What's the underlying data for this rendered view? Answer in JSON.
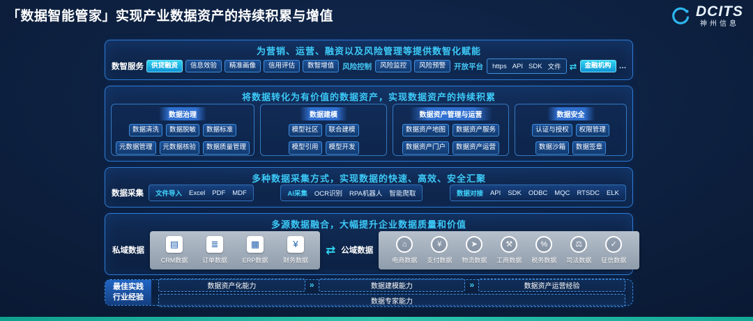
{
  "page": {
    "title": "「数据智能管家」实现产业数据资产的持续积累与增值",
    "logo": {
      "brand": "DCITS",
      "subtitle": "神州信息"
    }
  },
  "icons": {
    "transfer_arrows": "⇄",
    "link": "⇄",
    "chevron": "»"
  },
  "panel_service": {
    "header": "为营销、运营、融资以及风险管理等提供数智化赋能",
    "label": "数智服务",
    "primary": "供贷融资",
    "buttons": [
      "信息效验",
      "精准画像",
      "信用评估",
      "数智增值"
    ],
    "risk_label": "风险控制",
    "risk_buttons": [
      "风险监控",
      "风险预警"
    ],
    "platform_label": "开放平台",
    "platform_items": [
      "https",
      "API",
      "SDK",
      "文件"
    ],
    "platform_target": "金融机构",
    "platform_more": "…"
  },
  "panel_asset": {
    "header": "将数据转化为有价值的数据资产，实现数据资产的持续积累",
    "groups": [
      {
        "title": "数据治理",
        "rows": [
          [
            "数据清洗",
            "数据脱敏",
            "数据标准"
          ],
          [
            "元数据管理",
            "元数据核验",
            "数据质量管理"
          ]
        ]
      },
      {
        "title": "数据建模",
        "rows": [
          [
            "模型社区",
            "联合建模"
          ],
          [
            "模型引用",
            "模型开发"
          ]
        ]
      },
      {
        "title": "数据资产管理与运营",
        "rows": [
          [
            "数据资产地图",
            "数据资产服务"
          ],
          [
            "数据资产门户",
            "数据资产运营"
          ]
        ]
      },
      {
        "title": "数据安全",
        "rows": [
          [
            "认证与授权",
            "权限管理"
          ],
          [
            "数据沙箱",
            "数据签章"
          ]
        ]
      }
    ]
  },
  "panel_collect": {
    "header": "多种数据采集方式，实现数据的快速、高效、安全汇聚",
    "label": "数据采集",
    "groups": [
      {
        "lead": "文件导入",
        "items": [
          "Excel",
          "PDF",
          "MDF"
        ]
      },
      {
        "lead": "AI采集",
        "items": [
          "OCR识别",
          "RPA机器人",
          "智能爬取"
        ]
      },
      {
        "lead": "数据对接",
        "items": [
          "API",
          "SDK",
          "ODBC",
          "MQC",
          "RTSDC",
          "ELK"
        ]
      }
    ]
  },
  "panel_fusion": {
    "header": "多源数据融合，大幅提升企业数据质量和价值",
    "private_label": "私域数据",
    "private_items": [
      {
        "icon": "crm",
        "label": "CRM数据"
      },
      {
        "icon": "order",
        "label": "订单数据"
      },
      {
        "icon": "erp",
        "label": "ERP数据"
      },
      {
        "icon": "finance",
        "label": "财务数据"
      }
    ],
    "public_label": "公域数据",
    "public_items": [
      {
        "icon": "ecommerce",
        "label": "电商数据"
      },
      {
        "icon": "payment",
        "label": "支付数据"
      },
      {
        "icon": "logistics",
        "label": "物流数据"
      },
      {
        "icon": "business",
        "label": "工商数据"
      },
      {
        "icon": "tax",
        "label": "税务数据"
      },
      {
        "icon": "judicial",
        "label": "司法数据"
      },
      {
        "icon": "credit",
        "label": "征信数据"
      }
    ]
  },
  "panel_practice": {
    "label_line1": "最佳实践",
    "label_line2": "行业经验",
    "top_items": [
      "数据资产化能力",
      "数据建模能力",
      "数据资产运营经验"
    ],
    "bottom_item": "数据专家能力"
  }
}
